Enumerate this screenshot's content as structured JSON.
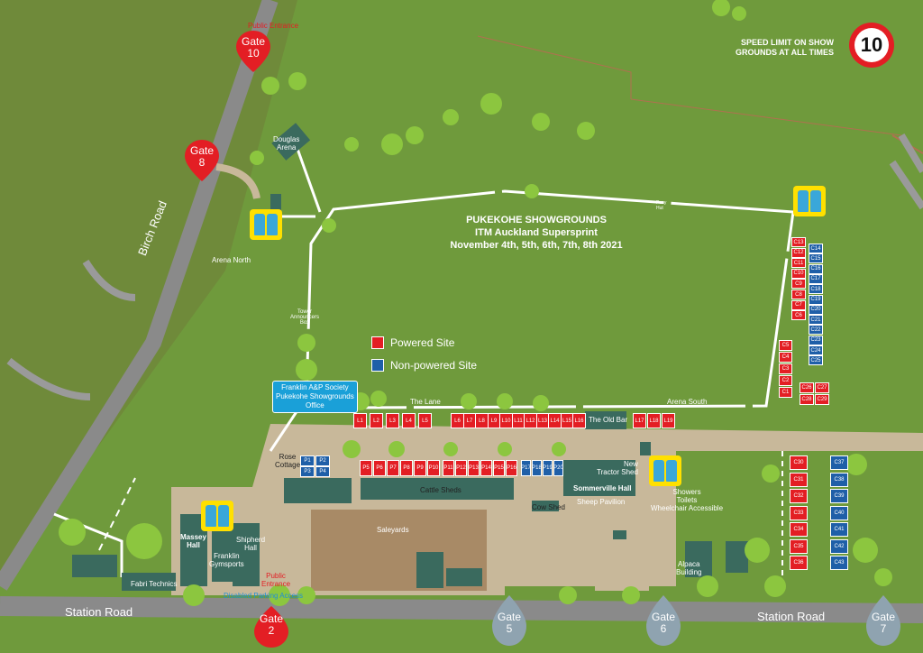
{
  "map": {
    "title": "PUKEKOHE SHOWGROUNDS",
    "subtitle": "ITM Auckland Supersprint",
    "dates": "November 4th, 5th, 6th, 7th, 8th 2021",
    "speed_limit_text_1": "SPEED LIMIT ON SHOW",
    "speed_limit_text_2": "GROUNDS AT ALL TIMES",
    "speed_limit_value": "10",
    "legend": {
      "powered": "Powered Site",
      "nonpowered": "Non-powered Site",
      "powered_color": "#e31e24",
      "nonpowered_color": "#1f5fa8"
    },
    "gates": {
      "g10": "Gate\n10",
      "g8": "Gate\n8",
      "g2": "Gate\n2",
      "g5": "Gate\n5",
      "g6": "Gate\n6",
      "g7": "Gate\n7"
    },
    "roads": {
      "birch": "Birch Road",
      "station_left": "Station Road",
      "station_right": "Station Road"
    },
    "places": {
      "public_entrance_top": "Public Entrance",
      "douglas_arena": "Douglas\nArena",
      "arena_north": "Arena North",
      "tower": "Tower\nAnnouncers\nBox",
      "office": "Franklin A&P Society\nPukekohe Showgrounds\nOffice",
      "the_lane": "The Lane",
      "arena_south": "Arena South",
      "old_bar": "The Old Bar",
      "rose_cottage": "Rose\nCottage",
      "cattle_sheds": "Cattle Sheds",
      "new_tractor_shed": "New\nTractor Shed",
      "sommerville_hall": "Sommerville Hall",
      "sheep_pavilion": "Sheep Pavilion",
      "cow_shed": "Cow Shed",
      "showers": "Showers\nToilets\nWheelchair Accessible",
      "saleyards": "Saleyards",
      "massey_hall": "Massey\nHall",
      "franklin_gymsports": "Franklin\nGymsports",
      "shipherd_hall": "Shipherd\nHall",
      "public_entrance_bottom": "Public\nEntrance",
      "disabled_parking": "Disabled Parking Access",
      "fabri_technics": "Fabri Technics",
      "alpaca_building": "Alpaca\nBuilding",
      "pony_hut": "Pony\nHut"
    },
    "sites_l": [
      "L1",
      "L2",
      "L3",
      "L4",
      "L5",
      "L6",
      "L7",
      "L8",
      "L9",
      "L10",
      "L11",
      "L12",
      "L13",
      "L14",
      "L15",
      "L16",
      "L17",
      "L18",
      "L19"
    ],
    "sites_p_powered": [
      "P5",
      "P6",
      "P7",
      "P8",
      "P9",
      "P10"
    ],
    "sites_p_blue": [
      "P1",
      "P2",
      "P3",
      "P4"
    ],
    "sites_p_mid": [
      "P11",
      "P12",
      "P13",
      "P14",
      "P15",
      "P16"
    ],
    "sites_p_right": [
      "P17",
      "P18",
      "P19",
      "P20"
    ],
    "sites_c_top_red": [
      "C13",
      "C12",
      "C11",
      "C10",
      "C9",
      "C8",
      "C7",
      "C6"
    ],
    "sites_c_top_blue": [
      "C14",
      "C15",
      "C16",
      "C17",
      "C18",
      "C19",
      "C20",
      "C21",
      "C22",
      "C23",
      "C24",
      "C25"
    ],
    "sites_c_low_red": [
      "C5",
      "C4",
      "C3",
      "C2",
      "C1"
    ],
    "sites_c_small": [
      "C26",
      "C27",
      "C28",
      "C29"
    ],
    "sites_c_bottom_red": [
      "C30",
      "C31",
      "C32",
      "C33",
      "C34",
      "C35",
      "C36"
    ],
    "sites_c_bottom_blue": [
      "C37",
      "C38",
      "C39",
      "C40",
      "C41",
      "C42",
      "C43"
    ]
  }
}
